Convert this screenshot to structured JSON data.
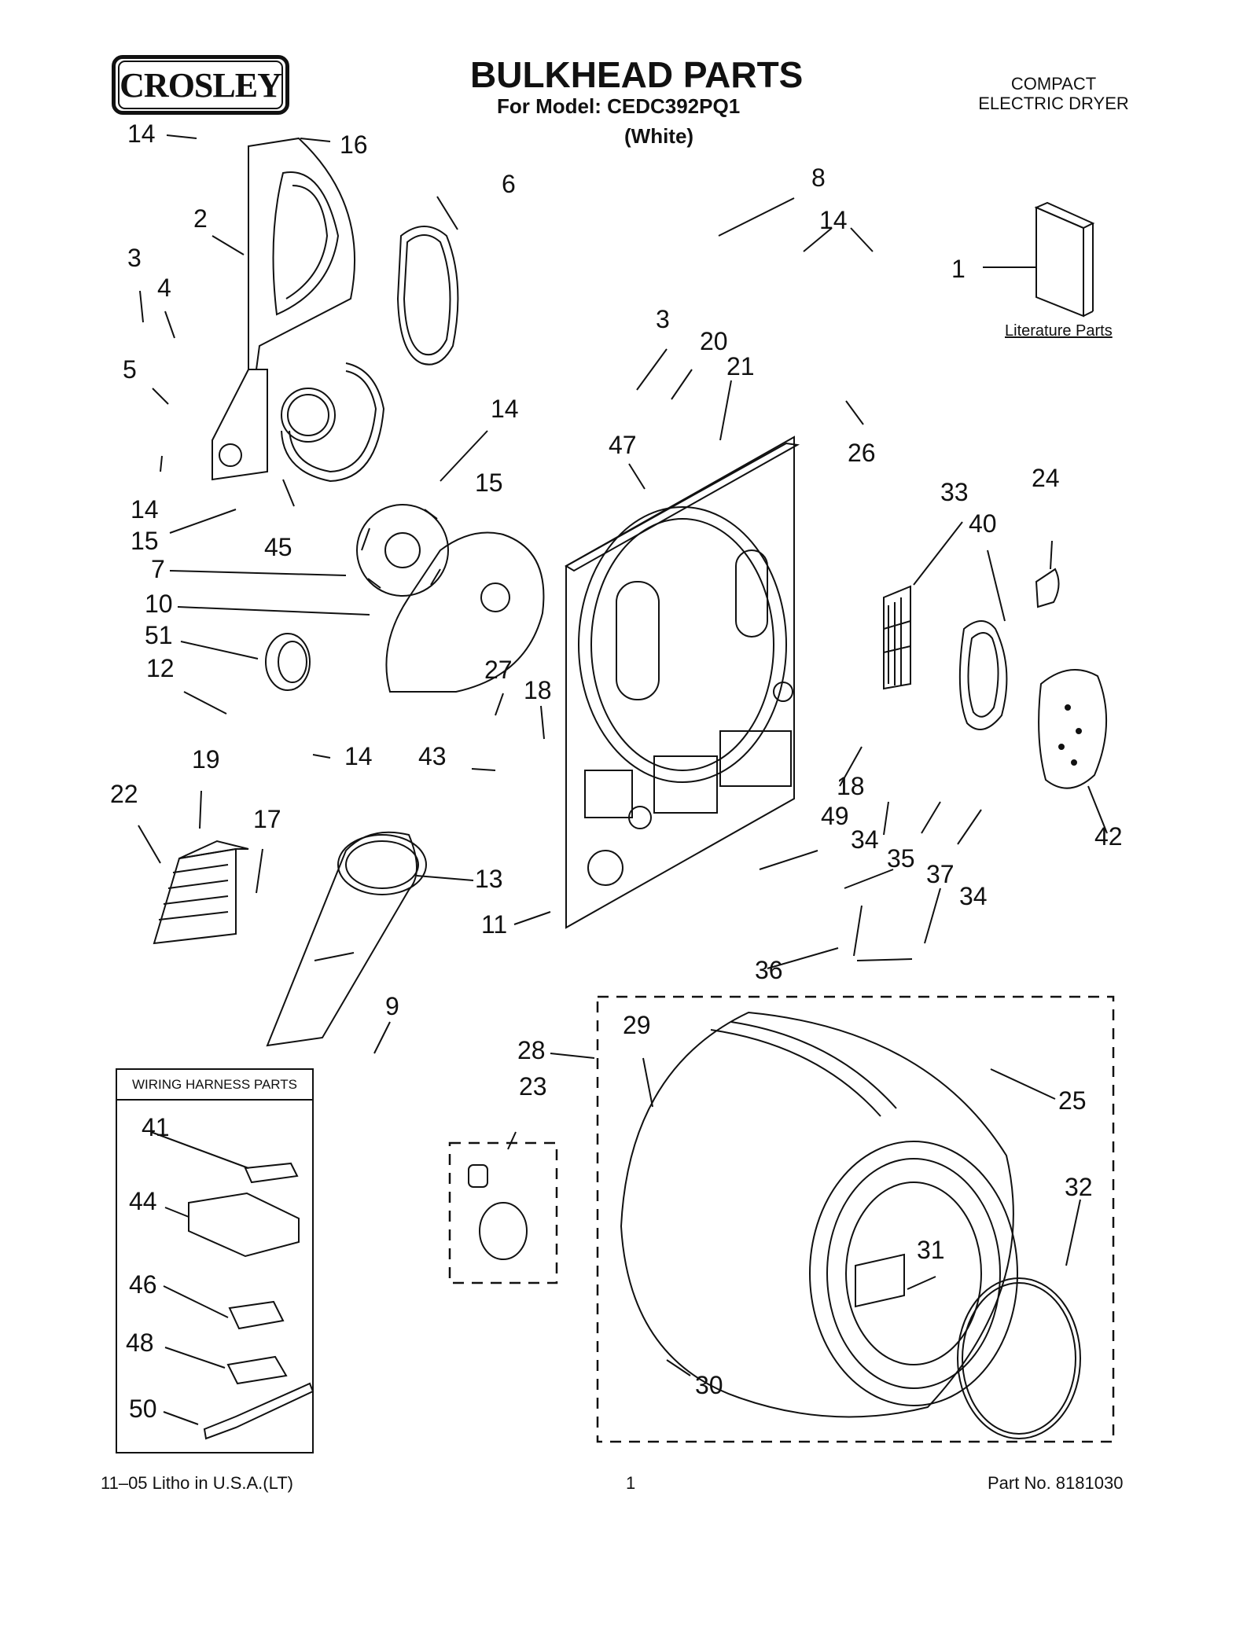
{
  "header": {
    "brand": "CROSLEY",
    "title": "BULKHEAD PARTS",
    "model": "For Model: CEDC392PQ1",
    "color": "(White)",
    "product_line1": "COMPACT",
    "product_line2": "ELECTRIC DRYER"
  },
  "literature_label": "Literature Parts",
  "wiring_harness_title": "WIRING HARNESS PARTS",
  "footer": {
    "litho": "11–05 Litho in U.S.A.(LT)",
    "page": "1",
    "part_no": "Part No. 8181030"
  },
  "callouts": {
    "c1": "14",
    "c2": "16",
    "c3": "6",
    "c4": "8",
    "c5": "14",
    "c6": "2",
    "c7": "3",
    "c8": "4",
    "c9": "1",
    "c10": "5",
    "c11": "3",
    "c12": "20",
    "c13": "21",
    "c14": "14",
    "c15": "47",
    "c16": "26",
    "c17": "14",
    "c18": "15",
    "c19": "15",
    "c20": "45",
    "c21": "7",
    "c22": "33",
    "c23": "24",
    "c24": "40",
    "c25": "10",
    "c26": "51",
    "c27": "27",
    "c28": "12",
    "c29": "18",
    "c30": "14",
    "c31": "43",
    "c32": "19",
    "c33": "22",
    "c34": "17",
    "c35": "18",
    "c36": "42",
    "c37": "49",
    "c38": "34",
    "c39": "35",
    "c40": "13",
    "c41": "37",
    "c42": "34",
    "c43": "11",
    "c44": "36",
    "c45": "9",
    "c46": "29",
    "c47": "28",
    "c48": "23",
    "c49": "25",
    "c50": "41",
    "c51": "32",
    "c52": "44",
    "c53": "31",
    "c54": "46",
    "c55": "48",
    "c56": "30",
    "c57": "50"
  }
}
